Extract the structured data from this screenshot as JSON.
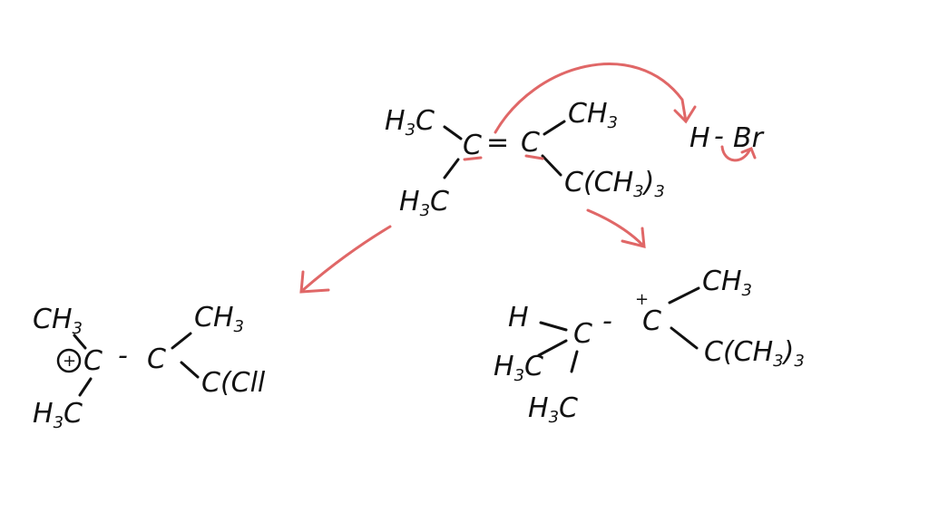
{
  "colors": {
    "ink": "#111111",
    "arrow": "#e06767",
    "background": "#ffffff"
  },
  "reactant": {
    "h3c_top": {
      "main": "H",
      "sub": "3",
      "tail": "C"
    },
    "c_left": "C",
    "double_bond": "=",
    "c_right": "C",
    "ch3_top": {
      "main": "CH",
      "sub": "3"
    },
    "h3c_bottom": {
      "main": "H",
      "sub": "3",
      "tail": "C"
    },
    "tbu": {
      "main": "C(CH",
      "sub1": "3",
      "mid": ")",
      "sub2": "3"
    }
  },
  "reagent": {
    "h": "H",
    "dash": "-",
    "br": "Br"
  },
  "product_left": {
    "ch3_top": {
      "main": "CH",
      "sub": "3"
    },
    "plus": "+",
    "c_cation": "C",
    "dash": "-",
    "c_right": "C",
    "ch3_right": {
      "main": "CH",
      "sub": "3"
    },
    "h3c_bottom": {
      "main": "H",
      "sub": "3",
      "tail": "C"
    },
    "tail": "C(Cll"
  },
  "product_right": {
    "h": "H",
    "h3c_left": {
      "main": "H",
      "sub": "3",
      "tail": "C"
    },
    "c_left": "C",
    "dash": "-",
    "c_cation": "C",
    "plus": "+",
    "ch3_top": {
      "main": "CH",
      "sub": "3"
    },
    "h3c_bottom": {
      "main": "H",
      "sub": "3",
      "tail": "C"
    },
    "tbu": {
      "main": "C(CH",
      "sub1": "3",
      "mid": ")",
      "sub2": "3"
    }
  }
}
